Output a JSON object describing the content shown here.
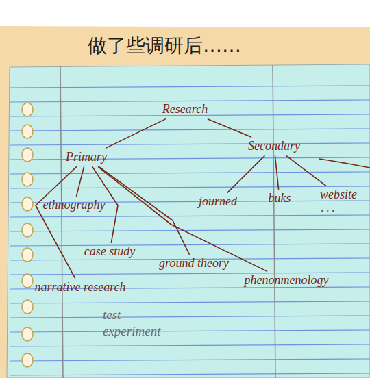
{
  "diagram": {
    "title": "做了些调研后……",
    "nodes": [
      {
        "text": [
          "Research"
        ]
      },
      {
        "text": [
          "Primary"
        ]
      },
      {
        "text": [
          "Secondary"
        ]
      },
      {
        "text": [
          "ethnography"
        ]
      },
      {
        "text": [
          "journed"
        ]
      },
      {
        "text": [
          "buks"
        ]
      },
      {
        "text": [
          "website"
        ]
      },
      {
        "text": [
          "case study"
        ]
      },
      {
        "text": [
          "ground theory"
        ]
      },
      {
        "text": [
          "phenonmenology"
        ]
      },
      {
        "text": [
          "narrative research"
        ]
      }
    ],
    "edges": [
      {
        "from": 0,
        "to": 1,
        "arrow": "none"
      },
      {
        "from": 0,
        "to": 2,
        "arrow": "none"
      },
      {
        "from": 1,
        "to": 3,
        "arrow": "none"
      },
      {
        "from": 1,
        "to": 7,
        "arrow": "none"
      },
      {
        "from": 1,
        "to": 8,
        "arrow": "none"
      },
      {
        "from": 1,
        "to": 9,
        "arrow": "none"
      },
      {
        "from": 1,
        "to": 10,
        "arrow": "none"
      },
      {
        "from": 2,
        "to": 4,
        "arrow": "none"
      },
      {
        "from": 2,
        "to": 5,
        "arrow": "none"
      },
      {
        "from": 2,
        "to": 6,
        "arrow": "none"
      }
    ],
    "labels": [
      "· · ·",
      "test experiment"
    ]
  }
}
